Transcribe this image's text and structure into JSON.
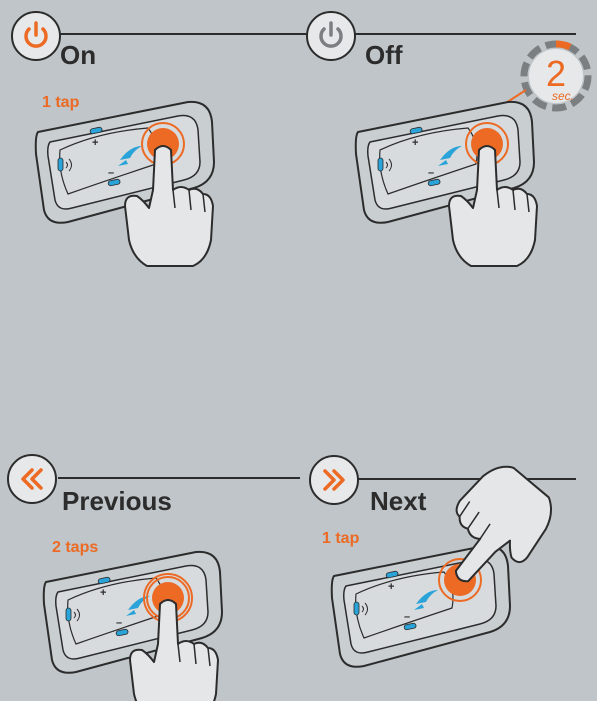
{
  "colors": {
    "background": "#bfc5c8",
    "accent": "#ec6a24",
    "ink": "#2c2c2c",
    "blue": "#2aa3d8"
  },
  "panels": [
    {
      "id": "on",
      "title": "On",
      "icon": "power-icon",
      "taps": "1 tap"
    },
    {
      "id": "off",
      "title": "Off",
      "icon": "power-icon",
      "taps": ""
    },
    {
      "id": "previous",
      "title": "Previous",
      "icon": "double-chevron-left-icon",
      "taps": "2 taps"
    },
    {
      "id": "next",
      "title": "Next",
      "icon": "double-chevron-right-icon",
      "taps": "1 tap"
    }
  ],
  "timer": {
    "value": "2",
    "unit": "sec."
  }
}
